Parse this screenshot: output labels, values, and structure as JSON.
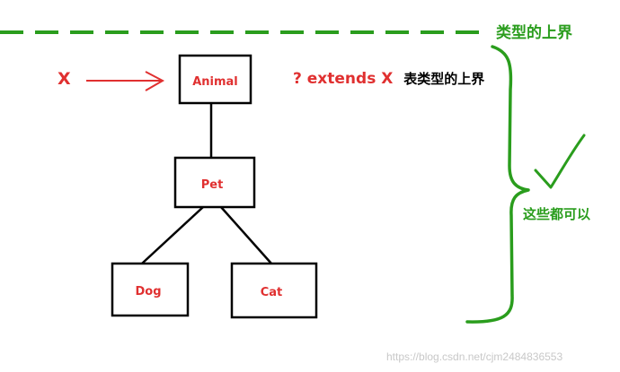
{
  "diagram": {
    "upper_bound_label": "类型的上界",
    "x_label": "X",
    "wildcard": {
      "prefix": "? extends X",
      "suffix": "表类型的上界"
    },
    "nodes": {
      "animal": "Animal",
      "pet": "Pet",
      "dog": "Dog",
      "cat": "Cat"
    },
    "brace_label": "这些都可以",
    "watermark": "https://blog.csdn.net/cjm2484836553"
  },
  "colors": {
    "red": "#e03030",
    "green": "#2a9d1d",
    "black": "#000000"
  }
}
